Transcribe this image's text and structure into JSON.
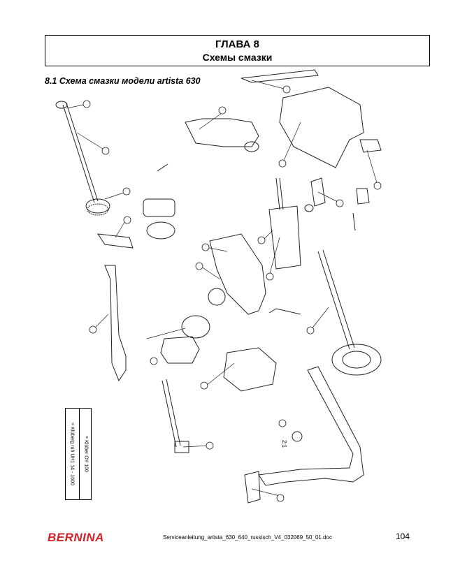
{
  "header": {
    "chapter": "ГЛАВА 8",
    "subtitle": "Схемы смазки"
  },
  "section_title": "8.1 Схема смазки модели artista 630",
  "legend": {
    "entry1": "= Klüber OY 100",
    "entry2": "= Klüberg ruh UH1 14 - 1600"
  },
  "callout_label": "2:1",
  "footer": {
    "brand": "BERNINA",
    "filename": "Serviceanleitung_artista_630_640_russisch_V4_032069_50_01.doc",
    "page": "104"
  },
  "colors": {
    "brand": "#d2232a"
  }
}
